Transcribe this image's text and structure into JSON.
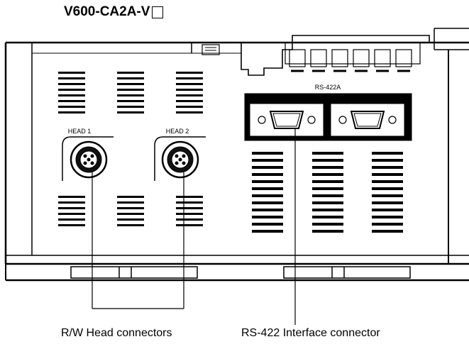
{
  "title": {
    "model": "V600-CA2A-V",
    "suffix_icon": "empty-square-box"
  },
  "panel_labels": {
    "head1": "HEAD 1",
    "head2": "HEAD 2",
    "rs422": "RS-422A"
  },
  "captions": {
    "rw_head": "R/W Head connectors",
    "rs422_interface": "RS-422 Interface connector"
  },
  "colors": {
    "ink": "#000000",
    "paper": "#ffffff"
  }
}
